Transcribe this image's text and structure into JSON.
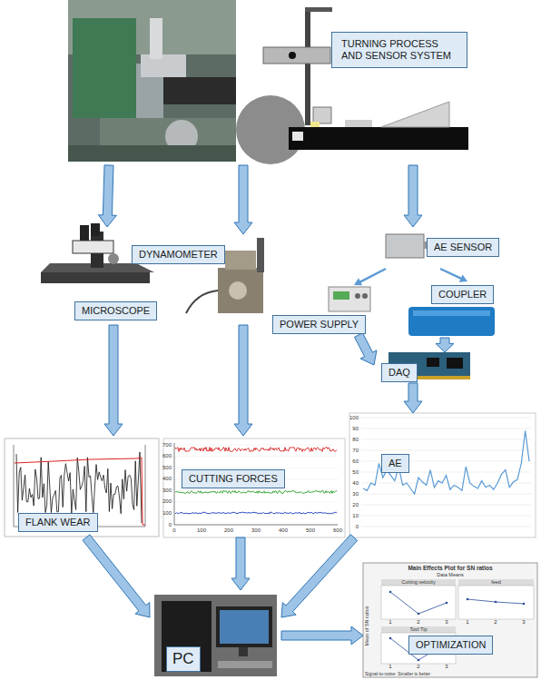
{
  "diagram": {
    "nodes": [
      {
        "text": [
          "TURNING PROCESS AND SENSOR SYSTEM"
        ]
      },
      {
        "text": [
          "MICROSCOPE"
        ]
      },
      {
        "text": [
          "DYNAMOMETER"
        ]
      },
      {
        "text": [
          "AE SENSOR"
        ]
      },
      {
        "text": [
          "POWER SUPPLY"
        ]
      },
      {
        "text": [
          "COUPLER"
        ]
      },
      {
        "text": [
          "DAQ"
        ]
      },
      {
        "text": [
          "FLANK WEAR"
        ]
      },
      {
        "text": [
          "CUTTING FORCES"
        ]
      },
      {
        "text": [
          "AE"
        ]
      },
      {
        "text": [
          "PC"
        ]
      },
      {
        "text": [
          "OPTIMIZATION"
        ]
      }
    ],
    "edges": [
      {
        "from": 0,
        "to": 1,
        "arrow": "to"
      },
      {
        "from": 0,
        "to": 2,
        "arrow": "to"
      },
      {
        "from": 0,
        "to": 3,
        "arrow": "to"
      },
      {
        "from": 3,
        "to": 4,
        "arrow": "to"
      },
      {
        "from": 3,
        "to": 5,
        "arrow": "to"
      },
      {
        "from": 4,
        "to": 6,
        "arrow": "to"
      },
      {
        "from": 5,
        "to": 6,
        "arrow": "to"
      },
      {
        "from": 6,
        "to": 9,
        "arrow": "to"
      },
      {
        "from": 1,
        "to": 7,
        "arrow": "to"
      },
      {
        "from": 2,
        "to": 8,
        "arrow": "to"
      },
      {
        "from": 7,
        "to": 10,
        "arrow": "to"
      },
      {
        "from": 8,
        "to": 10,
        "arrow": "to"
      },
      {
        "from": 9,
        "to": 10,
        "arrow": "to"
      },
      {
        "from": 10,
        "to": 11,
        "arrow": "to"
      }
    ],
    "labels": [
      "0",
      "100",
      "200",
      "300",
      "400",
      "500",
      "600",
      "700",
      "0",
      "100",
      "200",
      "300",
      "400",
      "500",
      "600",
      "0",
      "10",
      "20",
      "30",
      "40",
      "50",
      "60",
      "70",
      "80",
      "90",
      "100",
      "Main Effects Plot for SN ratios",
      "Data Means",
      "Cutting velocity",
      "feed",
      "Tool Tip",
      "Mean of SN ratios",
      "Signal-to-noise: Smaller is better",
      "1",
      "2",
      "3",
      "1",
      "2",
      "3",
      "1",
      "2",
      "3"
    ]
  }
}
